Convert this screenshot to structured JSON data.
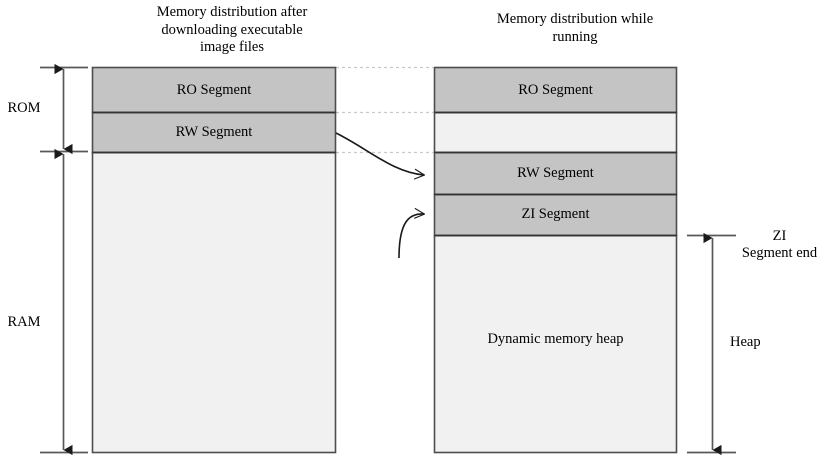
{
  "diagram": {
    "type": "memory-layout-diagram",
    "background_color": "#ffffff",
    "colors": {
      "segment_fill": "#c4c4c4",
      "empty_fill": "#f1f1f1",
      "outline": "#4d4d4d",
      "inner_divider": "#333333",
      "dotted_guide": "#c9c9c9",
      "arrow": "#1a1a1a",
      "bracket": "#595959",
      "text": "#000000"
    },
    "panels": [
      {
        "id": "left-panel",
        "title": "Memory distribution after\ndownloading executable\nimage files",
        "segments": [
          {
            "id": "ro-left",
            "label": "RO Segment",
            "filled": true
          },
          {
            "id": "rw-left",
            "label": "RW Segment",
            "filled": true
          },
          {
            "id": "free-left",
            "label": "",
            "filled": false
          }
        ]
      },
      {
        "id": "right-panel",
        "title": "Memory distribution while\nrunning",
        "segments": [
          {
            "id": "ro-right",
            "label": "RO Segment",
            "filled": true
          },
          {
            "id": "gap-right",
            "label": "",
            "filled": false
          },
          {
            "id": "rw-right",
            "label": "RW Segment",
            "filled": true
          },
          {
            "id": "zi-right",
            "label": "ZI Segment",
            "filled": true
          },
          {
            "id": "heap-right",
            "label": "Dynamic memory heap",
            "filled": false
          }
        ]
      }
    ],
    "left_brackets": [
      {
        "id": "rom-bracket",
        "label": "ROM"
      },
      {
        "id": "ram-bracket",
        "label": "RAM"
      }
    ],
    "right_brackets": [
      {
        "id": "zi-segment-end-marker",
        "label": "ZI\nSegment end"
      },
      {
        "id": "heap-bracket",
        "label": "Heap"
      }
    ],
    "connectors": [
      {
        "id": "rw-migration-arrow",
        "from": "rw-left",
        "to": "rw-right"
      },
      {
        "id": "zi-creation-arrow",
        "from": "heap-bottom",
        "to": "zi-right"
      }
    ]
  }
}
